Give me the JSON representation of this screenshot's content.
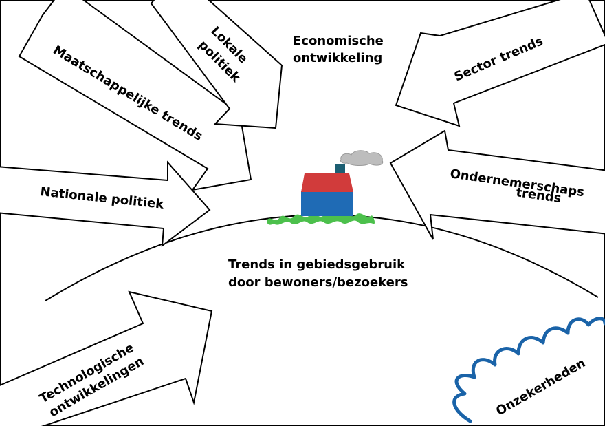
{
  "labels": {
    "lokale_politiek": [
      "Lokale",
      "politiek"
    ],
    "maatschappelijke_trends": "Maatschappelijke trends",
    "nationale_politiek": "Nationale politiek",
    "economische_ontwikkeling": [
      "Economische",
      "ontwikkeling"
    ],
    "sector_trends": "Sector trends",
    "ondernemerschaps_trends": [
      "Ondernemerschaps",
      "trends"
    ],
    "gebiedsgebruik": [
      "Trends in gebiedsgebruik",
      "door bewoners/bezoekers"
    ],
    "technologische_ontwikkelingen": [
      "Technologische",
      "ontwikkelingen"
    ],
    "onzekerheden": "Onzekerheden"
  },
  "colors": {
    "roof": "#d13b3b",
    "wall": "#1f6bb5",
    "chimney": "#1c5f73",
    "smoke": "#bdbdbd",
    "grass": "#4cc04c",
    "wave": "#1a63a8",
    "stroke": "#000000",
    "background": "#ffffff"
  },
  "icons": [
    "house-icon",
    "smoke-icon",
    "grass-icon",
    "uncertainty-wave-icon"
  ]
}
